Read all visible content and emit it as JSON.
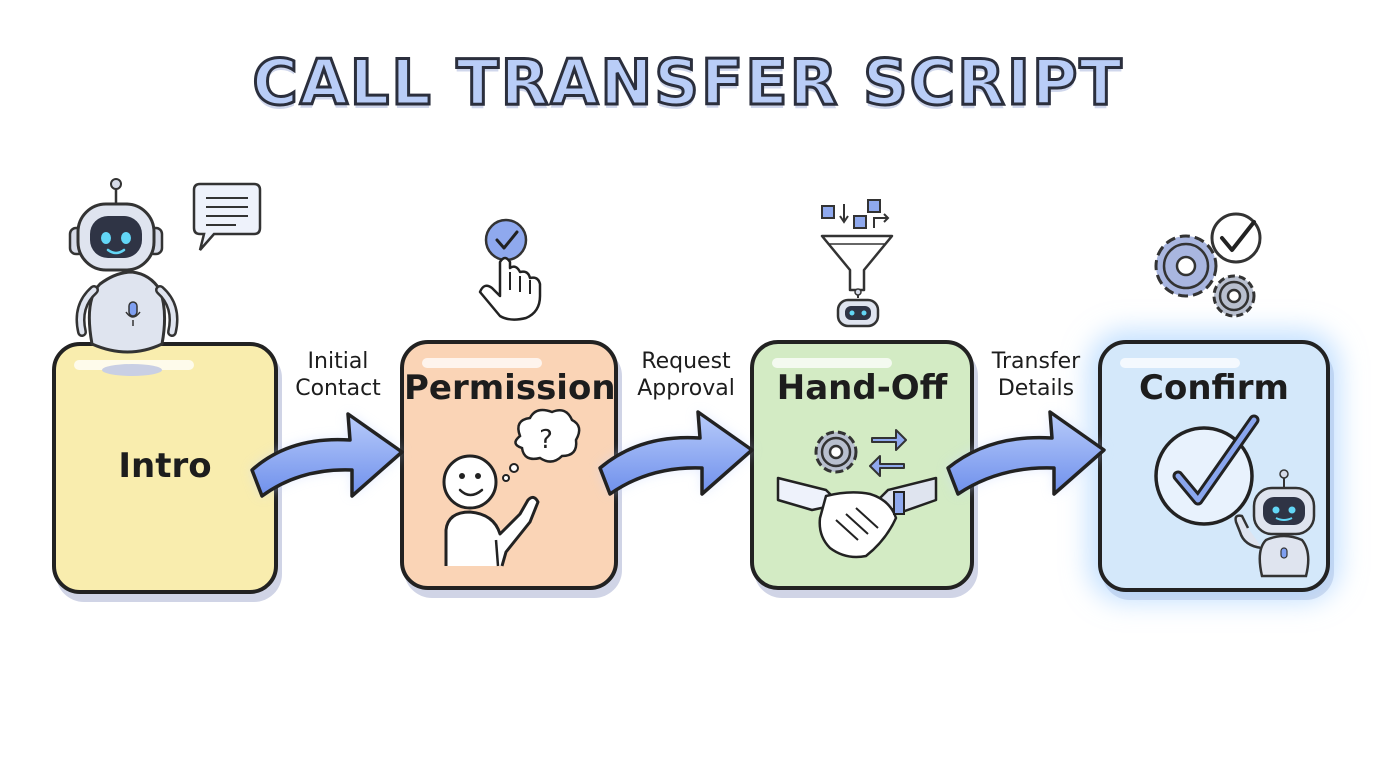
{
  "title": "CALL TRANSFER SCRIPT",
  "stages": [
    {
      "label": "Intro",
      "fill": "#f9edae"
    },
    {
      "label": "Permission",
      "fill": "#fad4b6"
    },
    {
      "label": "Hand-Off",
      "fill": "#d3ebc4"
    },
    {
      "label": "Confirm",
      "fill": "#d4e8fa"
    }
  ],
  "connectors": [
    {
      "label_line1": "Initial",
      "label_line2": "Contact"
    },
    {
      "label_line1": "Request",
      "label_line2": "Approval"
    },
    {
      "label_line1": "Transfer",
      "label_line2": "Details"
    }
  ],
  "colors": {
    "arrow_fill": "#7f9ff0",
    "arrow_stroke": "#222222",
    "accent": "#8aa6ee",
    "confirm_glow": "#a9d4ff"
  },
  "icons": [
    "robot-icon",
    "speech-bubble-icon",
    "check-badge-icon",
    "pointing-hand-icon",
    "funnel-icon",
    "gears-icon",
    "checkmark-icon",
    "person-icon",
    "question-cloud-icon",
    "handshake-icon",
    "swap-arrows-icon"
  ]
}
